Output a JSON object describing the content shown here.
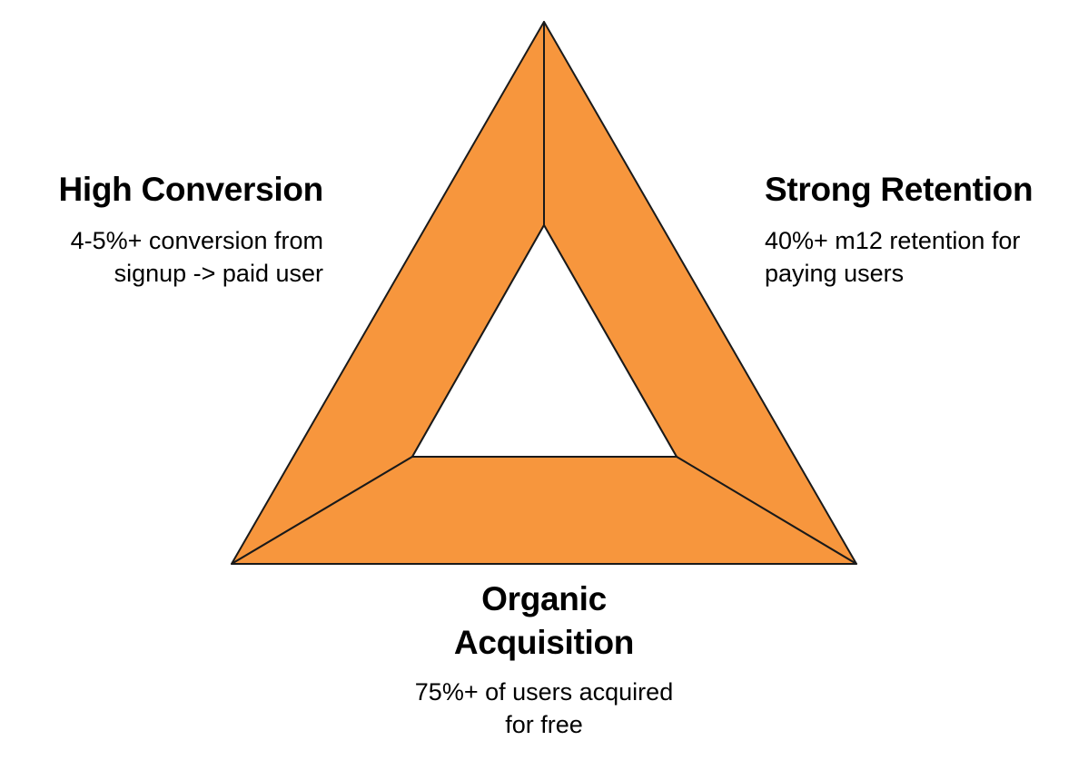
{
  "diagram": {
    "fill_color": "#F7963D",
    "stroke_color": "#1A1A1A",
    "nodes": [
      {
        "id": "left",
        "title": "High Conversion",
        "description": "4-5%+ conversion from\nsignup -> paid user"
      },
      {
        "id": "right",
        "title": "Strong Retention",
        "description": "40%+ m12 retention for\npaying users"
      },
      {
        "id": "bottom",
        "title": "Organic\nAcquisition",
        "description": "75%+ of users acquired\nfor free"
      }
    ]
  }
}
